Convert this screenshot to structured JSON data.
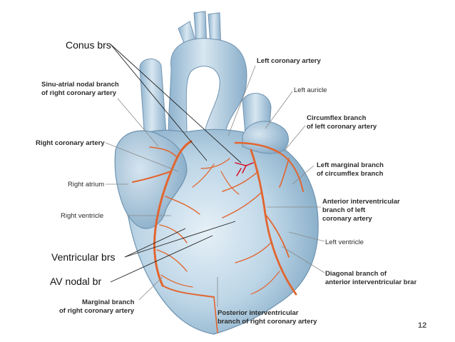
{
  "labels": {
    "conus": "Conus brs",
    "left_coronary": "Left coronary artery",
    "sinu_atrial_1": "Sinu-atrial nodal branch",
    "sinu_atrial_2": "of right coronary artery",
    "left_auricle": "Left auricle",
    "circumflex_1": "Circumflex branch",
    "circumflex_2": "of left coronary artery",
    "right_coronary": "Right coronary artery",
    "left_marginal_1": "Left marginal branch",
    "left_marginal_2": "of circumflex branch",
    "right_atrium": "Right atrium",
    "anterior_iv_1": "Anterior interventricular",
    "anterior_iv_2": "branch of left",
    "anterior_iv_3": "coronary artery",
    "right_ventricle": "Right ventricle",
    "left_ventricle": "Left ventricle",
    "ventricular": "Ventricular brs",
    "av_nodal": "AV nodal br",
    "diagonal_1": "Diagonal branch of",
    "diagonal_2": "anterior interventricular branch",
    "marginal_1": "Marginal branch",
    "marginal_2": "of right coronary artery",
    "posterior_iv_1": "Posterior interventricular",
    "posterior_iv_2": "branch of right coronary artery"
  },
  "page_number": "12",
  "colors": {
    "heart_fill": "#b9d3e4",
    "heart_shadow": "#7fa6c4",
    "artery": "#e2652f",
    "highlight_artery": "#d9001b",
    "leader_line": "#222222"
  }
}
